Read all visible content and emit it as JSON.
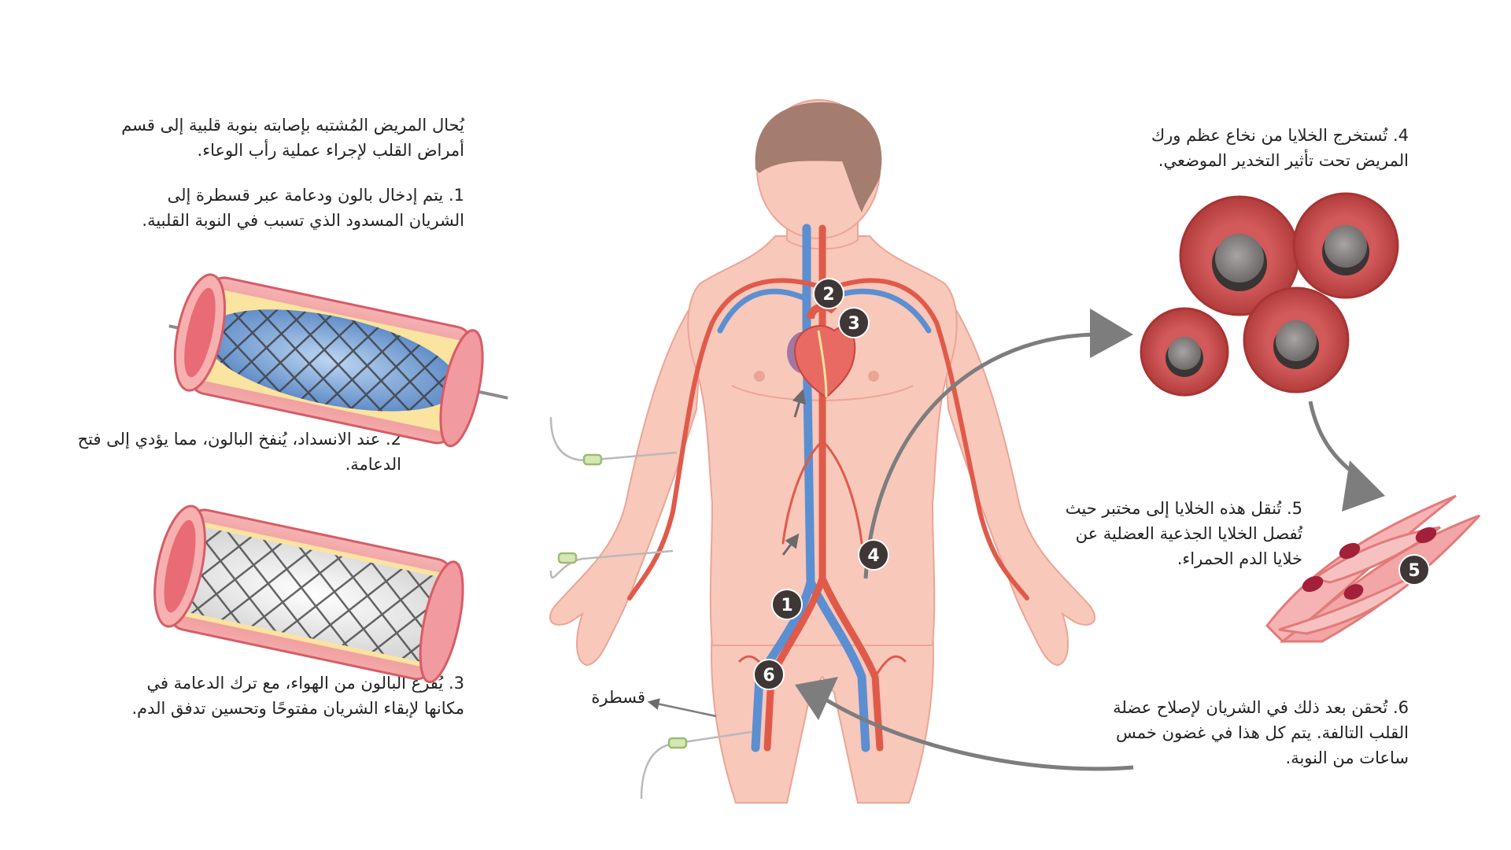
{
  "intro": "يُحال المريض المُشتبه بإصابته بنوبة قلبية إلى قسم أمراض القلب لإجراء عملية رأب الوعاء.",
  "steps": [
    {
      "num": "1",
      "text": "1. يتم إدخال بالون ودعامة عبر قسطرة إلى الشريان المسدود الذي تسبب في النوبة القلبية."
    },
    {
      "num": "2",
      "text": "2. عند الانسداد، يُنفخ البالون، مما يؤدي إلى فتح الدعامة."
    },
    {
      "num": "3",
      "text": "3. يُفرغ البالون من الهواء، مع ترك الدعامة في مكانها لإبقاء الشريان مفتوحًا وتحسين تدفق الدم."
    },
    {
      "num": "4",
      "text": "4. تُستخرج الخلايا من نخاع عظم ورك المريض تحت تأثير التخدير الموضعي."
    },
    {
      "num": "5",
      "text": "5. تُنقل هذه الخلايا إلى مختبر حيث تُفصل الخلايا الجذعية العضلية عن خلايا الدم الحمراء."
    },
    {
      "num": "6",
      "text": "6. تُحقن بعد ذلك في الشريان لإصلاح عضلة القلب التالفة. يتم كل هذا في غضون خمس ساعات من النوبة."
    }
  ],
  "catheter_label": "قسطرة",
  "colors": {
    "skin": "#f8c8bb",
    "skin_outline": "#eba595",
    "hair": "#a57d6f",
    "artery": "#e05a4a",
    "vein": "#5b8fd1",
    "badge": "#3e3735",
    "arrow": "#7d7d7d",
    "rbc": "#c74a4a"
  },
  "icons": [
    "heart-icon",
    "stent-icon",
    "red-blood-cell-icon",
    "muscle-cell-icon",
    "catheter-icon",
    "arrow-icon"
  ]
}
